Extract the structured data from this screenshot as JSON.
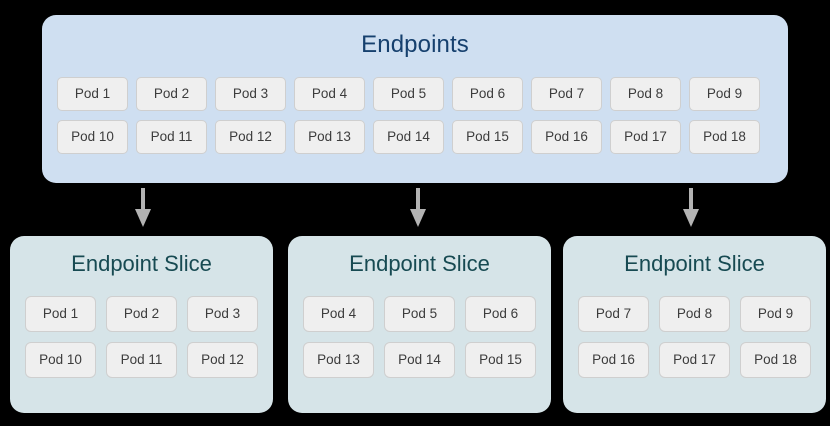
{
  "diagram": {
    "background_color": "#000000",
    "endpoints": {
      "title": "Endpoints",
      "background_color": "#cfdff1",
      "title_color": "#16406e",
      "rows": [
        [
          "Pod 1",
          "Pod 2",
          "Pod 3",
          "Pod 4",
          "Pod 5",
          "Pod 6",
          "Pod 7",
          "Pod 8",
          "Pod 9"
        ],
        [
          "Pod 10",
          "Pod 11",
          "Pod 12",
          "Pod 13",
          "Pod 14",
          "Pod 15",
          "Pod 16",
          "Pod 17",
          "Pod 18"
        ]
      ]
    },
    "arrows": {
      "color": "#b3b3b3",
      "count": 3,
      "direction": "down"
    },
    "slices": [
      {
        "title": "Endpoint Slice",
        "background_color": "#d6e4e8",
        "title_color": "#174a52",
        "rows": [
          [
            "Pod 1",
            "Pod 2",
            "Pod 3"
          ],
          [
            "Pod 10",
            "Pod 11",
            "Pod 12"
          ]
        ]
      },
      {
        "title": "Endpoint Slice",
        "background_color": "#d6e4e8",
        "title_color": "#174a52",
        "rows": [
          [
            "Pod 4",
            "Pod 5",
            "Pod 6"
          ],
          [
            "Pod 13",
            "Pod 14",
            "Pod 15"
          ]
        ]
      },
      {
        "title": "Endpoint Slice",
        "background_color": "#d6e4e8",
        "title_color": "#174a52",
        "rows": [
          [
            "Pod 7",
            "Pod 8",
            "Pod 9"
          ],
          [
            "Pod 16",
            "Pod 17",
            "Pod 18"
          ]
        ]
      }
    ]
  }
}
